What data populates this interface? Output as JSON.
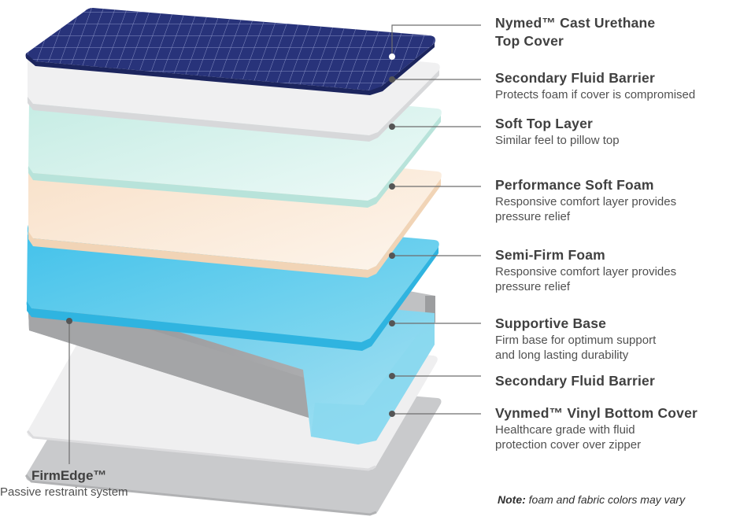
{
  "layers": [
    {
      "id": "top-cover",
      "title": "Nymed™ Cast Urethane",
      "title2": "Top Cover",
      "desc": "",
      "desc2": ""
    },
    {
      "id": "fluid-barrier-1",
      "title": "Secondary Fluid Barrier",
      "desc": "Protects foam if cover is compromised",
      "desc2": ""
    },
    {
      "id": "soft-top",
      "title": "Soft Top Layer",
      "desc": "Similar feel to pillow top",
      "desc2": ""
    },
    {
      "id": "performance-foam",
      "title": "Performance Soft Foam",
      "desc": "Responsive comfort layer provides",
      "desc2": "pressure relief"
    },
    {
      "id": "semi-firm",
      "title": "Semi-Firm Foam",
      "desc": "Responsive comfort layer provides",
      "desc2": "pressure relief"
    },
    {
      "id": "supportive-base",
      "title": "Supportive Base",
      "desc": "Firm base for optimum support",
      "desc2": "and long lasting durability"
    },
    {
      "id": "fluid-barrier-2",
      "title": "Secondary Fluid Barrier",
      "desc": "",
      "desc2": ""
    },
    {
      "id": "bottom-cover",
      "title": "Vynmed™ Vinyl Bottom Cover",
      "desc": "Healthcare grade with fluid",
      "desc2": "protection cover over zipper"
    }
  ],
  "firmedge": {
    "title": "FirmEdge™",
    "desc": "Passive restraint system"
  },
  "note": {
    "label": "Note:",
    "text": " foam and fabric colors may vary"
  },
  "colors": {
    "cover": "#27337a",
    "barrier": "#ededee",
    "soft_top": "#d3f0ea",
    "performance": "#fbe9d6",
    "semi_firm": "#4fc3e6",
    "base": "#6ccde9",
    "firmedge": "#9a9b9d",
    "bottom": "#cacbcd",
    "leader": "#6e6e6e"
  }
}
